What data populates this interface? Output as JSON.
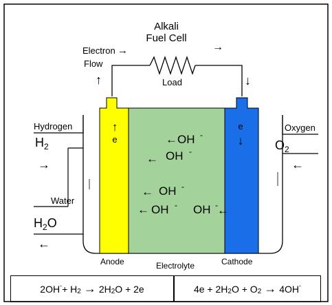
{
  "title_line1": "Alkali",
  "title_line2": "Fuel Cell",
  "electron_flow_line1": "Electron",
  "electron_flow_line2": "Flow",
  "load_label": "Load",
  "hydrogen_label": "Hydrogen",
  "h2_formula": "H",
  "h2_sub": "2",
  "water_label": "Water",
  "h2o_formula_h": "H",
  "h2o_sub": "2",
  "h2o_formula_o": "O",
  "oxygen_label": "Oxygen",
  "o2_formula": "O",
  "o2_sub": "2",
  "anode_label": "Anode",
  "electrolyte_label": "Electrolyte",
  "cathode_label": "Cathode",
  "electron_symbol": "e",
  "hydroxide_ion": "OH",
  "ion_charge": "-",
  "equations": {
    "anode": {
      "a": "2OH",
      "b": " + H",
      "c": "2",
      "d": "2H",
      "e": "2",
      "f": "O + 2e",
      "charge": "-"
    },
    "cathode": {
      "a": "4e + 2H",
      "b": "2",
      "c": "O + O",
      "d": "2",
      "e": "4OH",
      "charge": "-"
    }
  },
  "colors": {
    "anode": "#ffff00",
    "electrolyte": "#a4d29b",
    "cathode": "#1a6ee8",
    "frame": "#000000"
  }
}
